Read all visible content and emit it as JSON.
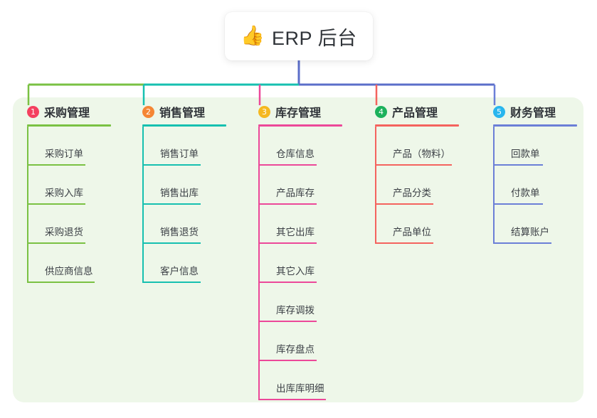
{
  "root": {
    "icon": "thumbs-up-icon",
    "icon_glyph": "👍",
    "title": "ERP 后台"
  },
  "theme": {
    "page_background": "#ffffff",
    "panel_background": "#eef7e9",
    "card_background": "#ffffff",
    "text_color": "#2f3338",
    "root_connector_color": "#5b6ec9"
  },
  "columns": [
    {
      "number": "1",
      "title": "采购管理",
      "badge_color": "#f4405f",
      "line_color": "#7ac143",
      "rule_width": 118,
      "trunk_color": "#7ac143",
      "items": [
        {
          "label": "采购订单",
          "rule_width": 82
        },
        {
          "label": "采购入库",
          "rule_width": 82
        },
        {
          "label": "采购退货",
          "rule_width": 82
        },
        {
          "label": "供应商信息",
          "rule_width": 95
        }
      ]
    },
    {
      "number": "2",
      "title": "销售管理",
      "badge_color": "#f58634",
      "line_color": "#16c0b0",
      "rule_width": 118,
      "trunk_color": "#16c0b0",
      "items": [
        {
          "label": "销售订单",
          "rule_width": 82
        },
        {
          "label": "销售出库",
          "rule_width": 82
        },
        {
          "label": "销售退货",
          "rule_width": 82
        },
        {
          "label": "客户信息",
          "rule_width": 82
        }
      ]
    },
    {
      "number": "3",
      "title": "库存管理",
      "badge_color": "#f5b820",
      "line_color": "#ec4899",
      "rule_width": 118,
      "trunk_color": "#ec4899",
      "items": [
        {
          "label": "仓库信息",
          "rule_width": 82
        },
        {
          "label": "产品库存",
          "rule_width": 82
        },
        {
          "label": "其它出库",
          "rule_width": 82
        },
        {
          "label": "其它入库",
          "rule_width": 82
        },
        {
          "label": "库存调拨",
          "rule_width": 82
        },
        {
          "label": "库存盘点",
          "rule_width": 82
        },
        {
          "label": "出库库明细",
          "rule_width": 95
        }
      ]
    },
    {
      "number": "4",
      "title": "产品管理",
      "badge_color": "#1cb15c",
      "line_color": "#f4635e",
      "rule_width": 118,
      "trunk_color": "#f4635e",
      "items": [
        {
          "label": "产品（物料）",
          "rule_width": 108
        },
        {
          "label": "产品分类",
          "rule_width": 82
        },
        {
          "label": "产品单位",
          "rule_width": 82
        }
      ]
    },
    {
      "number": "5",
      "title": "财务管理",
      "badge_color": "#29b6ee",
      "line_color": "#6b7fd7",
      "rule_width": 118,
      "trunk_color": "#6b7fd7",
      "items": [
        {
          "label": "回款单",
          "rule_width": 70
        },
        {
          "label": "付款单",
          "rule_width": 70
        },
        {
          "label": "结算账户",
          "rule_width": 82
        }
      ]
    }
  ]
}
